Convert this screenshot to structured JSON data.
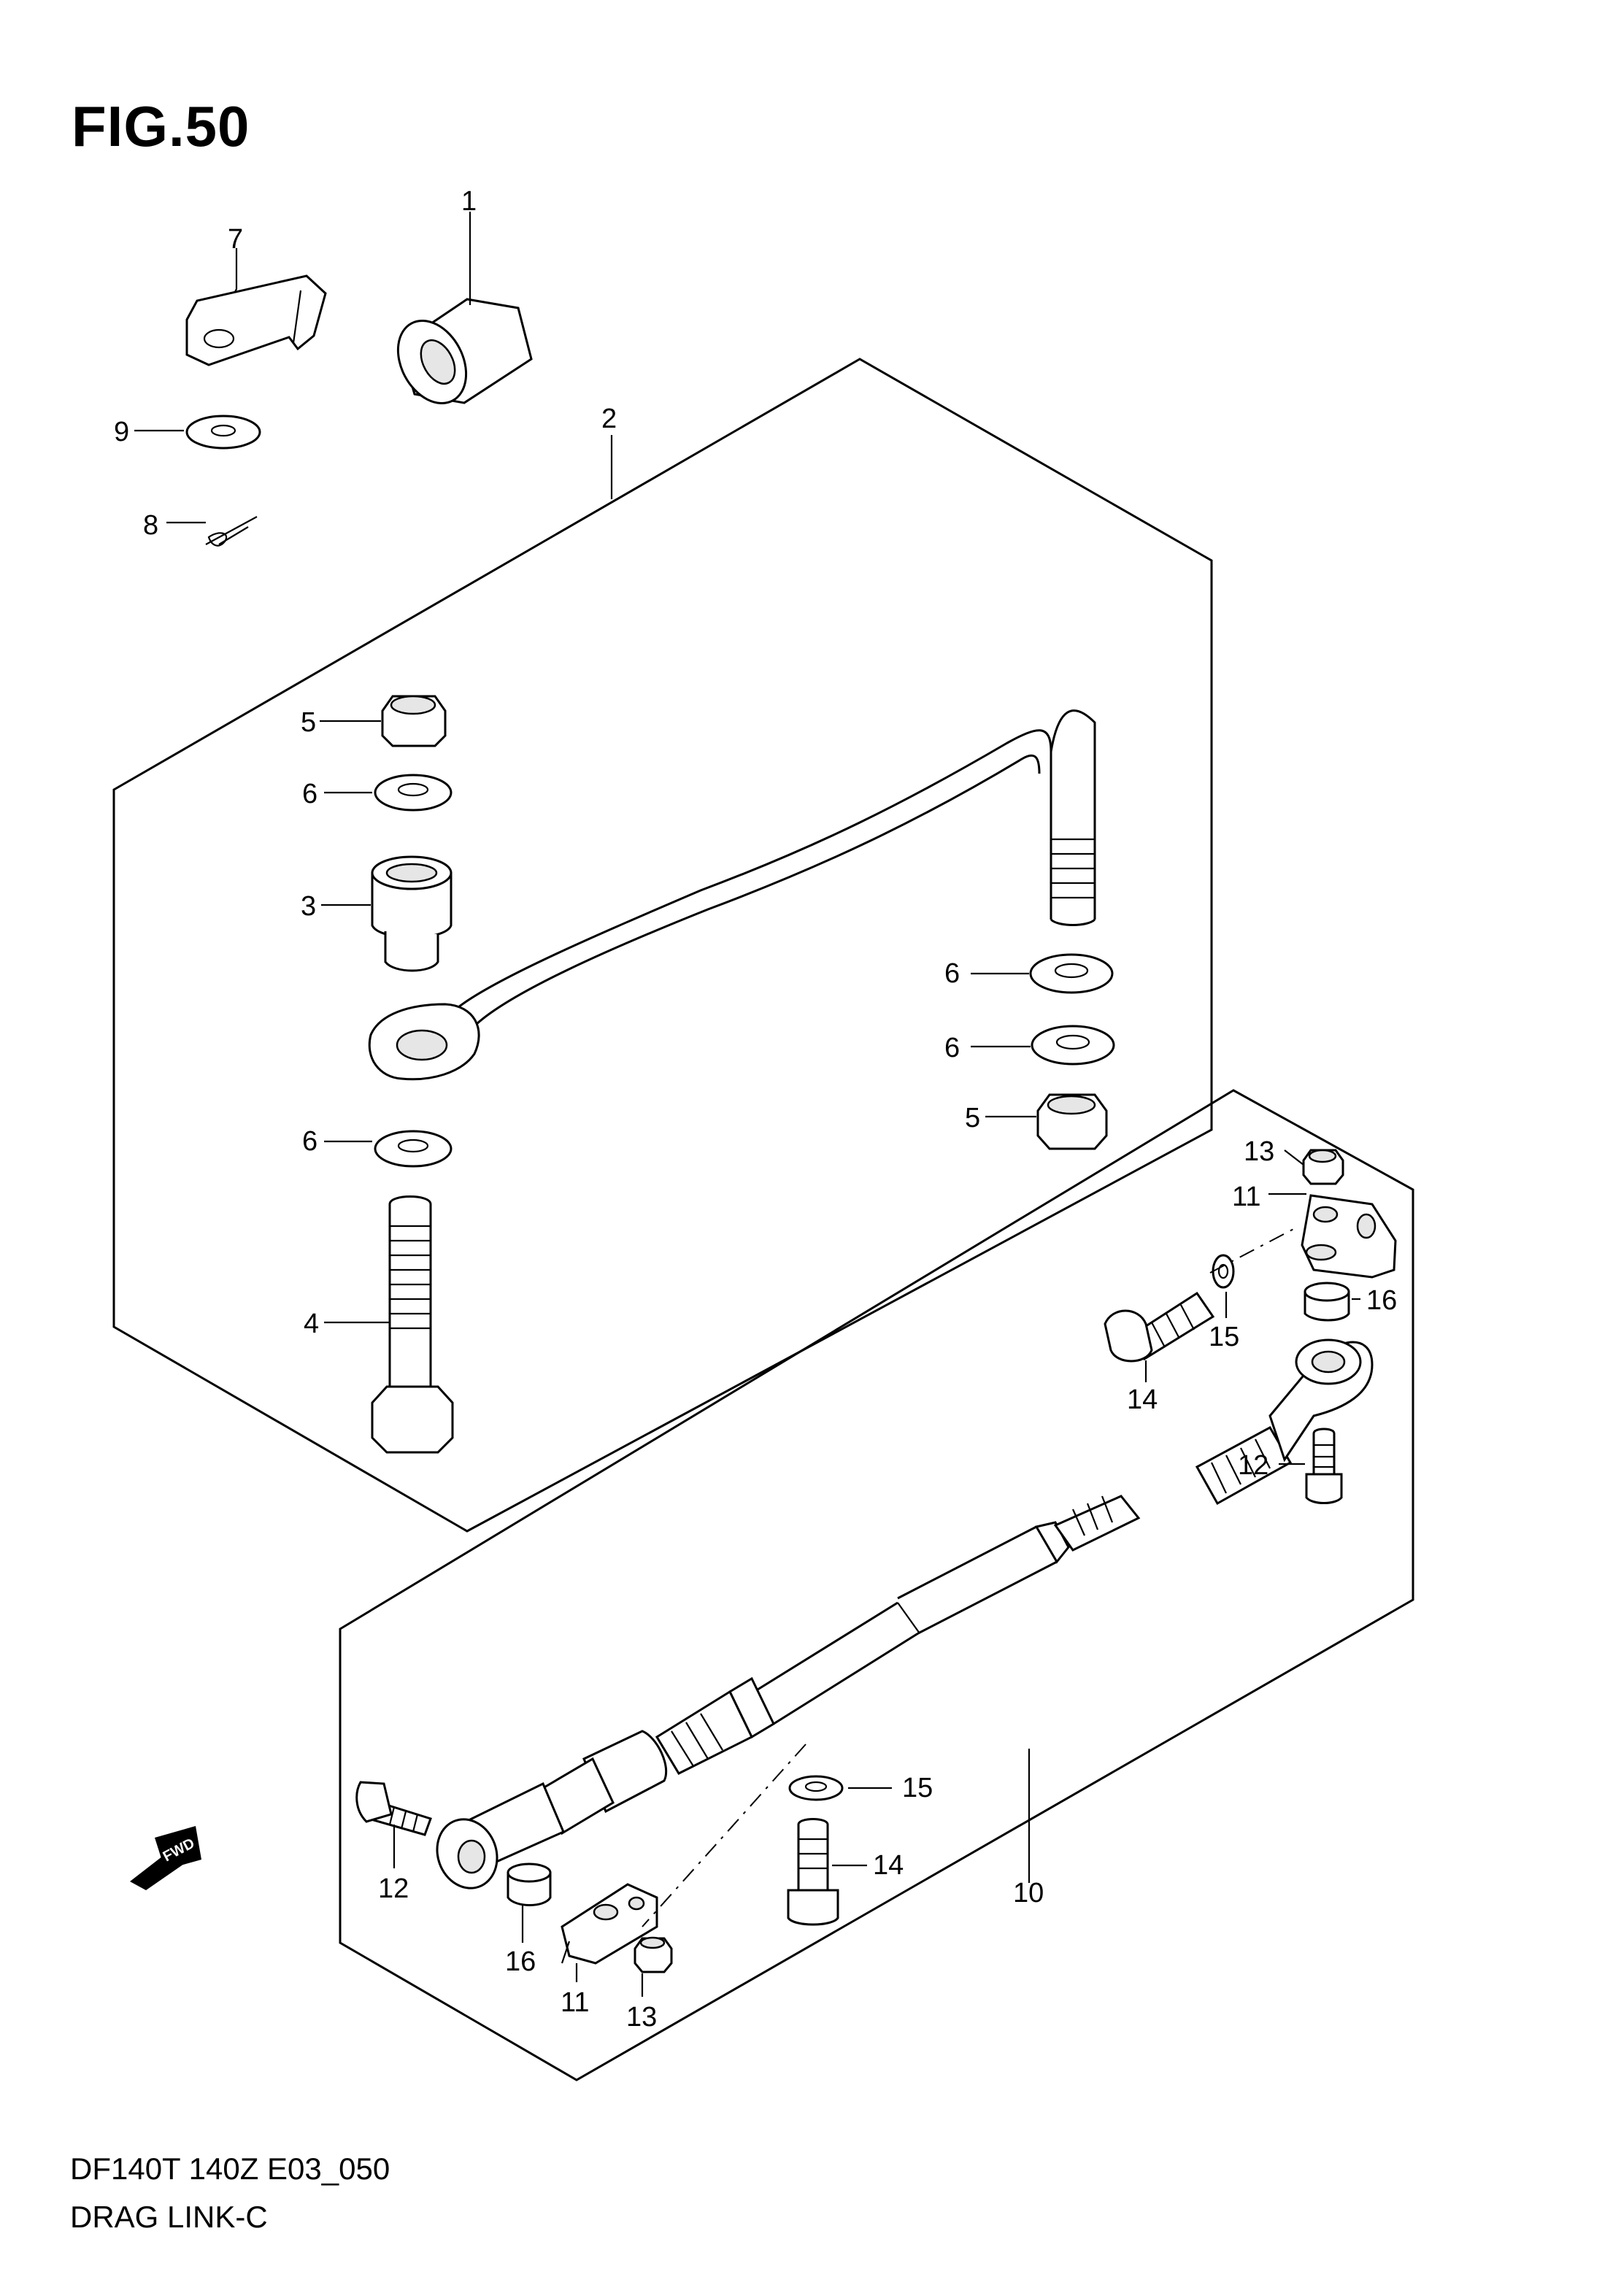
{
  "figure": {
    "title": "FIG.50",
    "model_code": "DF140T 140Z E03_050",
    "section_name": "DRAG LINK-C"
  },
  "callouts": {
    "c1": "1",
    "c2": "2",
    "c3": "3",
    "c4": "4",
    "c5a": "5",
    "c5b": "5",
    "c6a": "6",
    "c6b": "6",
    "c6c": "6",
    "c6d": "6",
    "c7": "7",
    "c8": "8",
    "c9": "9",
    "c10": "10",
    "c11a": "11",
    "c11b": "11",
    "c12a": "12",
    "c12b": "12",
    "c13a": "13",
    "c13b": "13",
    "c14a": "14",
    "c14b": "14",
    "c15a": "15",
    "c15b": "15",
    "c16a": "16",
    "c16b": "16"
  },
  "fwd_badge": "FWD",
  "colors": {
    "ink": "#000000",
    "paper": "#ffffff",
    "fill": "#e6e6e6"
  }
}
